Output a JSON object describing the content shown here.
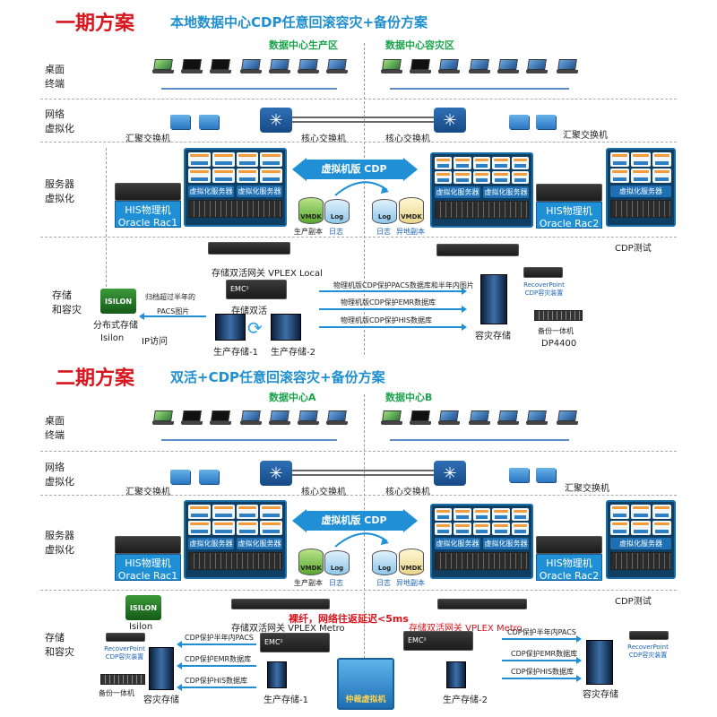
{
  "phase1": {
    "title_main": "一期方案",
    "title_sub": "本地数据中心CDP任意回滚容灾+备份方案",
    "zone_prod": "数据中心生产区",
    "zone_dr": "数据中心容灾区",
    "rows": {
      "desktop": "桌面\n终端",
      "network": "网络\n虚拟化",
      "server": "服务器\n虚拟化",
      "storage": "存储\n和容灾"
    },
    "agg_left": "汇聚交换机",
    "agg_right": "汇聚交换机",
    "core_left": "核心交换机",
    "core_right": "核心交换机",
    "vm_server": "虚拟化服务器",
    "cdp_bar": "虚拟机版 CDP",
    "his_left_1": "HIS物理机",
    "his_left_2": "Oracle Rac1",
    "his_right_1": "HIS物理机",
    "his_right_2": "Oracle Rac2",
    "vmdk": "VMDK",
    "log": "Log",
    "prod_copy": "生产副本",
    "log_cn": "日志",
    "log_cn2": "日志",
    "remote_copy": "异地副本",
    "cdp_test": "CDP测试",
    "vplex_local": "存储双活网关 VPLEX Local",
    "storage_active": "存储双活",
    "prod_store_1": "生产存储-1",
    "prod_store_2": "生产存储-2",
    "archive_note_1": "归档超过半年的",
    "archive_note_2": "PACS图片",
    "isilon_badge": "ISILON",
    "dist_store": "分布式存储",
    "isilon": "Isilon",
    "ip_access": "IP访问",
    "arr_pacs": "物理机版CDP保护PACS数据库和半年内图片",
    "arr_emr": "物理机版CDP保护EMR数据库",
    "arr_his": "物理机版CDP保护HIS数据库",
    "dr_store": "容灾存储",
    "rp_1": "RecoverPoint",
    "rp_2": "CDP容灾装置",
    "backup_1": "备份一体机",
    "backup_2": "DP4400",
    "emc": "EMC²"
  },
  "phase2": {
    "title_main": "二期方案",
    "title_sub": "双活+CDP任意回滚容灾+备份方案",
    "zone_a": "数据中心A",
    "zone_b": "数据中心B",
    "rows": {
      "desktop": "桌面\n终端",
      "network": "网络\n虚拟化",
      "server": "服务器\n虚拟化",
      "storage": "存储\n和容灾"
    },
    "agg_left": "汇聚交换机",
    "agg_right": "汇聚交换机",
    "core_left": "核心交换机",
    "core_right": "核心交换机",
    "vm_server": "虚拟化服务器",
    "cdp_bar": "虚拟机版 CDP",
    "his_left_1": "HIS物理机",
    "his_left_2": "Oracle Rac1",
    "his_right_1": "HIS物理机",
    "his_right_2": "Oracle Rac2",
    "vmdk": "VMDK",
    "log": "Log",
    "prod_copy": "生产副本",
    "log_cn": "日志",
    "log_cn2": "日志",
    "remote_copy": "异地副本",
    "cdp_test": "CDP测试",
    "fiber_note": "裸纤，网络往返延迟<5ms",
    "vplex_left": "存储双活网关 VPLEX Metro",
    "vplex_right": "存储双活网关 VPLEX Metro",
    "isilon_badge": "ISILON",
    "isilon": "Isilon",
    "left_pacs": "CDP保护半年内PACS",
    "left_emr": "CDP保护EMR数据库",
    "left_his": "CDP保护HIS数据库",
    "right_pacs": "CDP保护半年内PACS",
    "right_emr": "CDP保护EMR数据库",
    "right_his": "CDP保护HIS数据库",
    "rp_1": "RecoverPoint",
    "rp_2": "CDP容灾装置",
    "backup": "备份一体机",
    "dr_store_left": "容灾存储",
    "dr_store_right": "容灾存储",
    "prod_store_1": "生产存储-1",
    "prod_store_2": "生产存储-2",
    "arbiter": "仲裁虚拟机",
    "emc": "EMC²"
  }
}
